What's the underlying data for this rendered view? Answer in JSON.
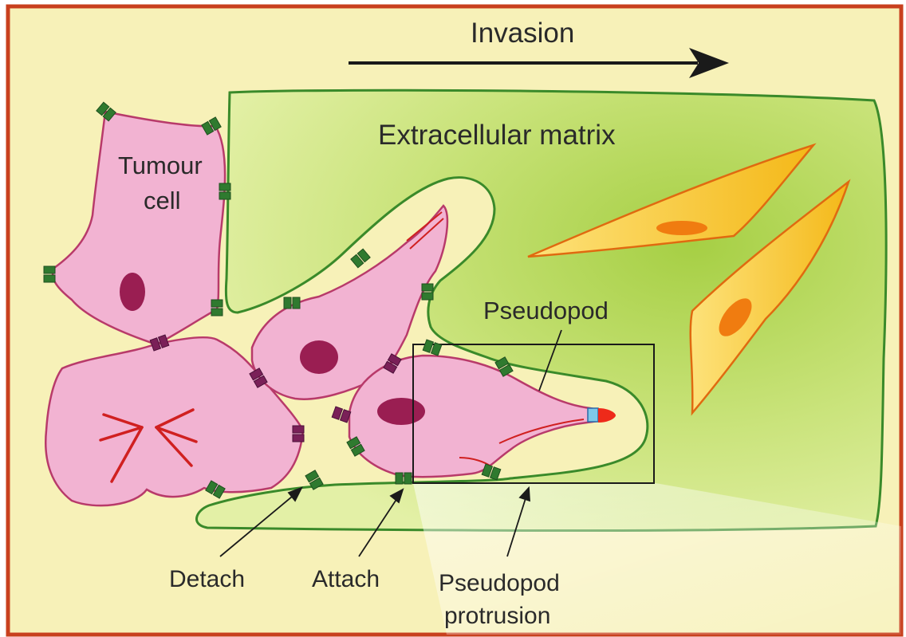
{
  "diagram": {
    "title": "Invasion",
    "matrix_label": "Extracellular matrix",
    "cell_label_line1": "Tumour",
    "cell_label_line2": "cell",
    "pseudopod_label": "Pseudopod",
    "detach_label": "Detach",
    "attach_label": "Attach",
    "protrusion_label_line1": "Pseudopod",
    "protrusion_label_line2": "protrusion"
  },
  "colors": {
    "frame": "#c8401e",
    "background": "#f7f1b8",
    "matrix_fill": "#d4ea86",
    "matrix_center": "#a8d04a",
    "matrix_stroke": "#3a8a2a",
    "tumour_fill": "#f2b3d2",
    "tumour_stroke": "#b83a6a",
    "nucleus": "#9a1e52",
    "adhesion_green": "#2f7a2f",
    "adhesion_purple": "#7a2058",
    "fibroblast_fill": "#f6c420",
    "fibroblast_stroke": "#e06a10",
    "fibroblast_nucleus": "#f07c10",
    "stress_fibre": "#d02020"
  }
}
